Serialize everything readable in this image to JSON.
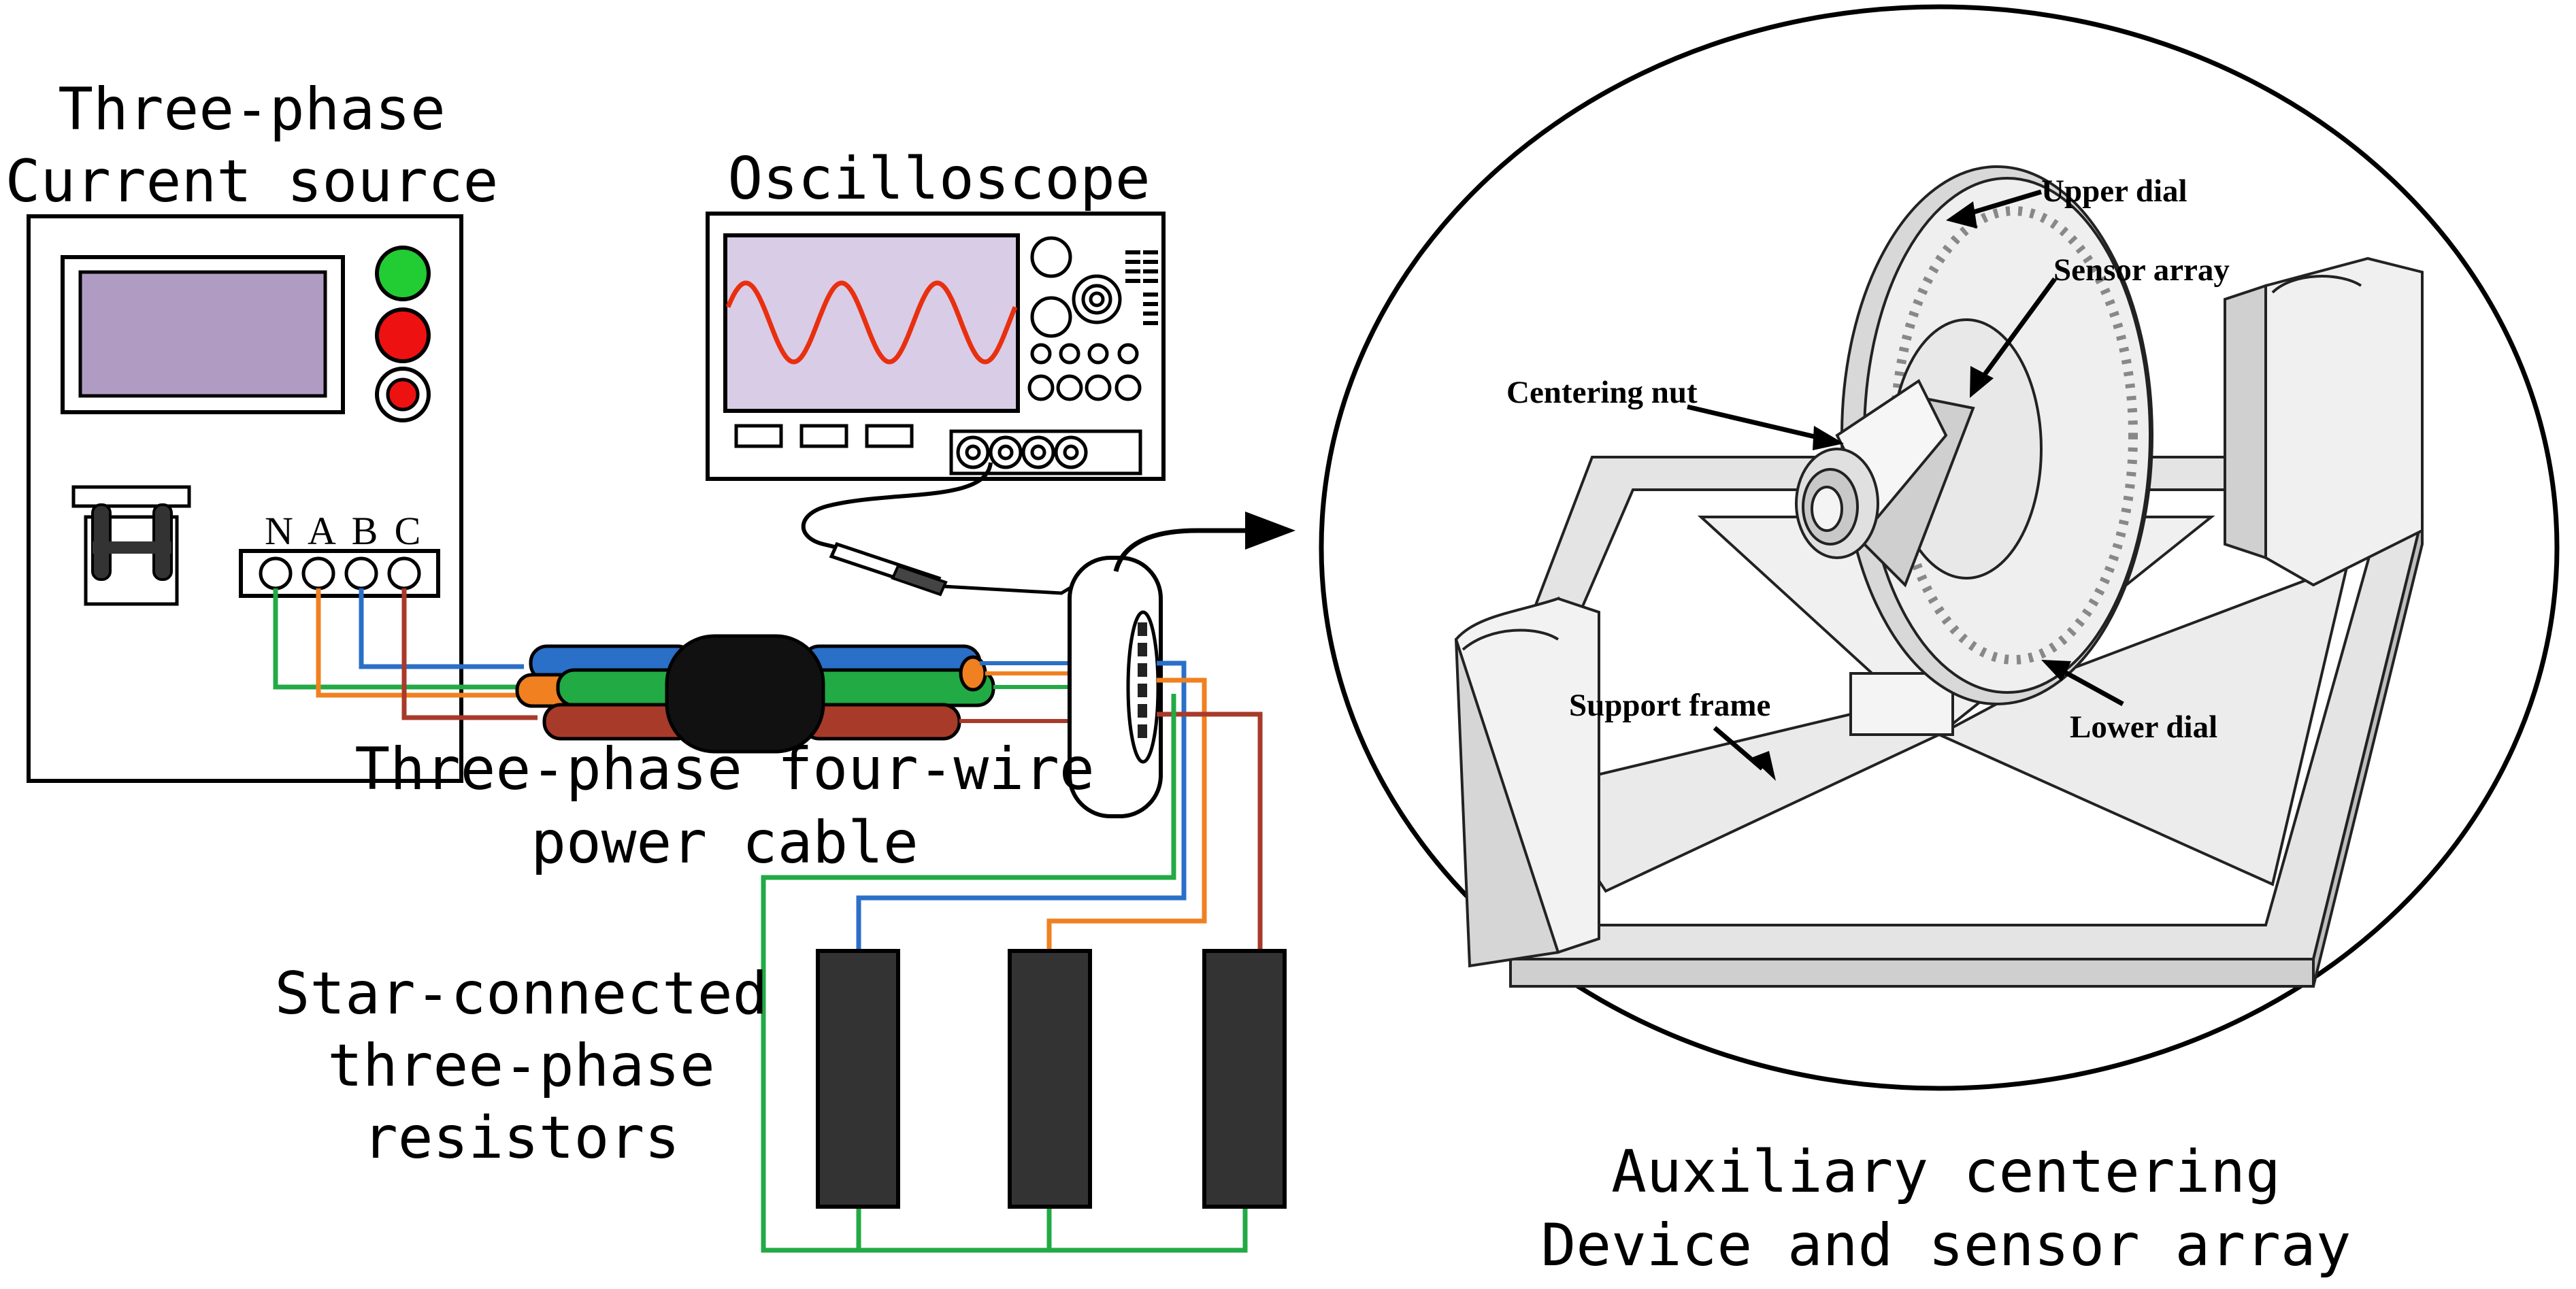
{
  "labels": {
    "source_line1": "Three-phase",
    "source_line2": "Current source",
    "oscilloscope": "Oscilloscope",
    "cable_line1": "Three-phase four-wire",
    "cable_line2": "power cable",
    "resistors_line1": "Star-connected",
    "resistors_line2": "three-phase",
    "resistors_line3": "resistors",
    "device_line1": "Auxiliary centering",
    "device_line2": "Device and sensor array"
  },
  "terminals": [
    "N",
    "A",
    "B",
    "C"
  ],
  "callouts": {
    "upper_dial": "Upper dial",
    "sensor_array": "Sensor array",
    "centering_nut": "Centering nut",
    "support_frame": "Support frame",
    "lower_dial": "Lower dial"
  },
  "colors": {
    "wire_N": "#22aa44",
    "wire_A": "#f08020",
    "wire_B": "#2a6fc8",
    "wire_C": "#a83a2a",
    "screen": "#b09cc2",
    "osc_screen": "#d9cce6",
    "wave": "#e83010",
    "btn_green": "#22cc33",
    "btn_red": "#ee1111",
    "resistor": "#333333",
    "cable_jacket": "#111111"
  }
}
